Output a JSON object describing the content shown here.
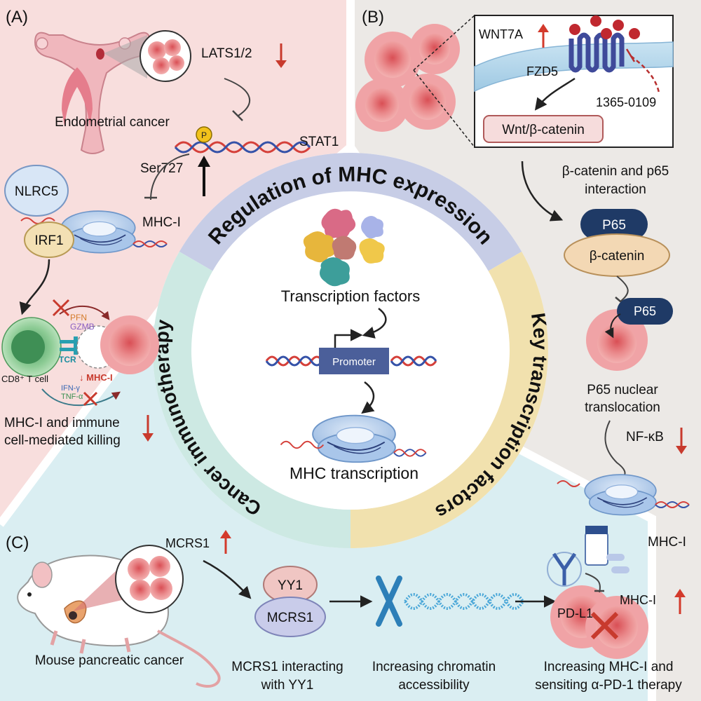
{
  "panels": {
    "a": {
      "tag": "(A)",
      "organ_label": "Endometrial cancer",
      "lats": "LATS1/2",
      "stat1": "STAT1",
      "phospho": "P",
      "ser727": "Ser727",
      "nlrc5": "NLRC5",
      "irf1": "IRF1",
      "mhc1": "MHC-I",
      "pfn": "PFN",
      "gzmb": "GZMB",
      "tcr": "TCR",
      "cd8": "CD8⁺ T cell",
      "ifng": "IFN-γ",
      "tnfa": "TNF-α",
      "mhc1_down": "↓ MHC-I",
      "result_line1": "MHC-I and immune",
      "result_line2": "cell-mediated killing"
    },
    "b": {
      "tag": "(B)",
      "wnt7a": "WNT7A",
      "fzd5": "FZD5",
      "inhibitor": "1365-0109",
      "wnt_pathway": "Wnt/β-catenin",
      "interaction_line1": "β-catenin and p65",
      "interaction_line2": "interaction",
      "p65": "P65",
      "beta_catenin": "β-catenin",
      "p65_nuclear": "P65",
      "translocation_line1": "P65 nuclear",
      "translocation_line2": "translocation",
      "nfkb": "NF-κB",
      "mhc1": "MHC-I"
    },
    "c": {
      "tag": "(C)",
      "mouse_label": "Mouse pancreatic cancer",
      "mcrs1_top": "MCRS1",
      "yy1": "YY1",
      "mcrs1": "MCRS1",
      "step1_line1": "MCRS1 interacting",
      "step1_line2": "with YY1",
      "step2_line1": "Increasing chromatin",
      "step2_line2": "accessibility",
      "pdl1": "PD-L1",
      "mhc1": "MHC-I",
      "step3_line1": "Increasing MHC-I and",
      "step3_line2": "sensiting  α-PD-1 therapy"
    }
  },
  "center": {
    "ring_top": "Regulation of MHC expression",
    "ring_left": "Cancer immunotherapy",
    "ring_right": "Key transcription factors",
    "tf_label": "Transcription factors",
    "promoter": "Promoter",
    "mhc_transcription": "MHC transcription"
  },
  "colors": {
    "panel_a_bg": "#f8dedd",
    "panel_b_bg": "#ece9e6",
    "panel_c_bg": "#daeef2",
    "ring_top": "#c7cde6",
    "ring_left": "#cde9e3",
    "ring_right": "#f1e1ae",
    "up_arrow": "#d33a2c",
    "down_arrow": "#c83a2d",
    "protein_navy": "#1f3a66",
    "tumor_pink": "#e98686",
    "dna_red": "#d5403a",
    "dna_blue": "#3552a8"
  },
  "icons": {
    "uterus": "uterus-icon",
    "tumor": "tumor-cluster-icon",
    "mouse": "mouse-icon",
    "antibody": "antibody-icon",
    "pill_bottle": "pill-bottle-icon",
    "chromosome": "chromosome-icon",
    "ribosome": "ribosome-icon"
  }
}
